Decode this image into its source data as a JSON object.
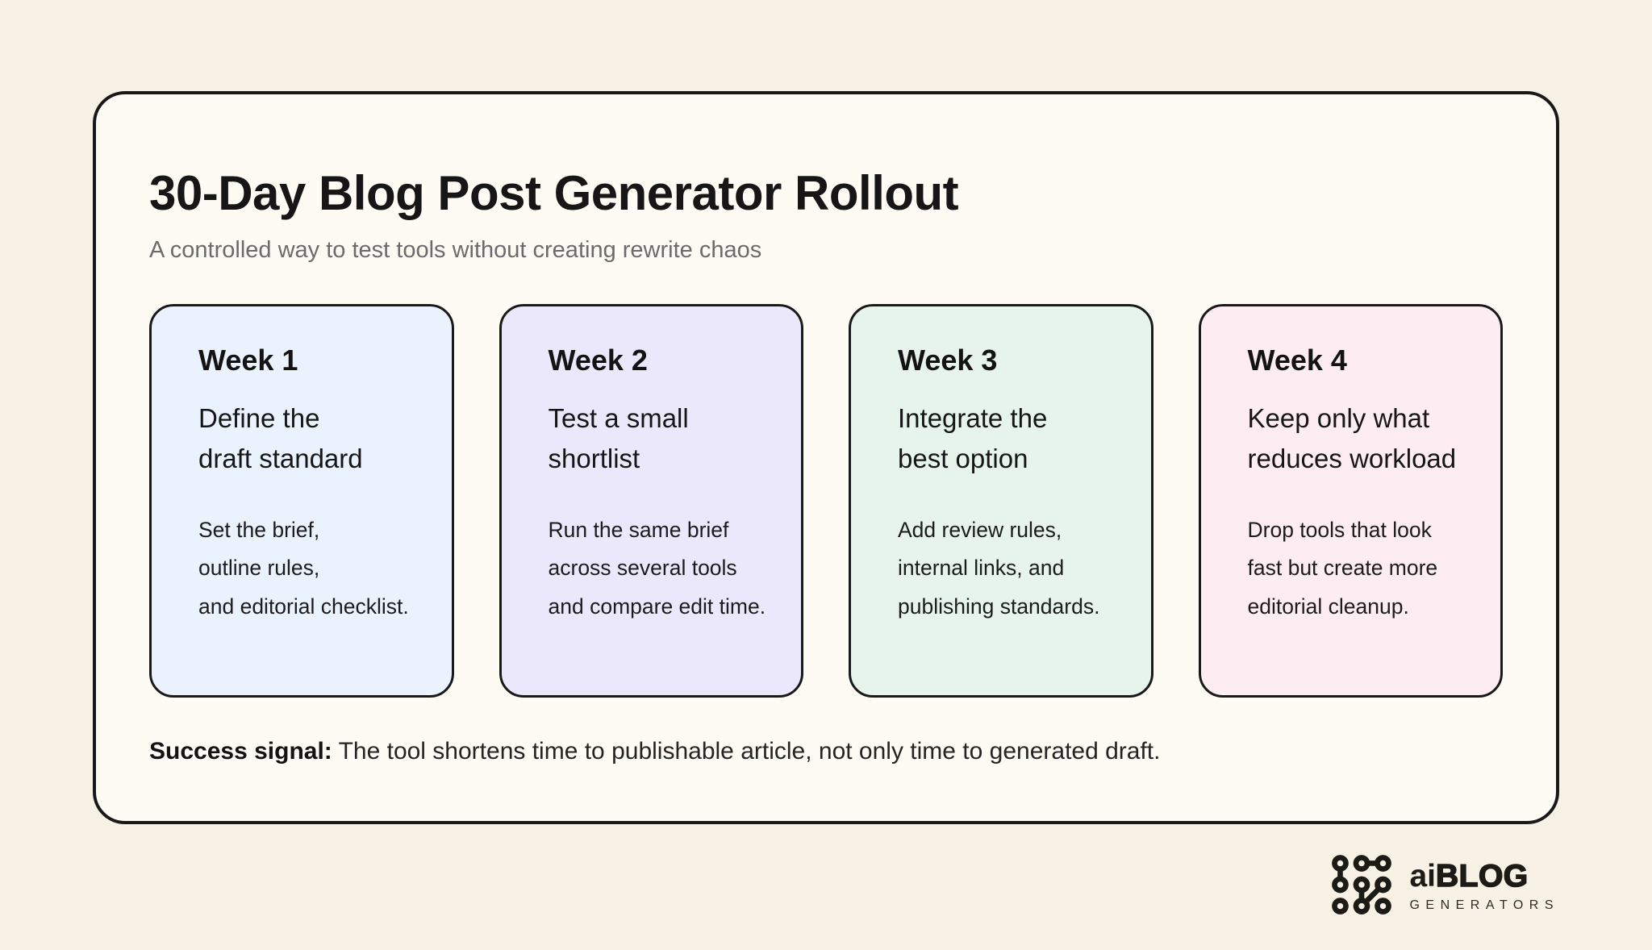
{
  "header": {
    "title": "30-Day Blog Post Generator Rollout",
    "subtitle": "A controlled way to test tools without creating rewrite chaos"
  },
  "weeks": [
    {
      "label": "Week 1",
      "heading": "Define the\ndraft standard",
      "body": "Set the brief,\noutline rules,\nand editorial checklist.",
      "bg": "#eaf2fd"
    },
    {
      "label": "Week 2",
      "heading": "Test a small\nshortlist",
      "body": "Run the same brief\nacross several tools\nand compare edit time.",
      "bg": "#ece8fb"
    },
    {
      "label": "Week 3",
      "heading": "Integrate the\nbest option",
      "body": "Add review rules,\ninternal links, and\npublishing standards.",
      "bg": "#e6f4eb"
    },
    {
      "label": "Week 4",
      "heading": "Keep only what\nreduces workload",
      "body": "Drop tools that look\nfast but create more\neditorial cleanup.",
      "bg": "#fdecf1"
    }
  ],
  "footer": {
    "success_label": "Success signal:",
    "success_text": "The tool shortens time to publishable article, not only time to generated draft."
  },
  "logo": {
    "icon": "network-nodes-icon",
    "brand_prefix": "ai",
    "brand_main": "BLOG",
    "brand_sub": "GENERATORS"
  },
  "colors": {
    "page_bg": "#f8f2e6",
    "panel_bg": "#fdfbf4",
    "ink": "#191919",
    "muted": "#6b6b6b"
  }
}
